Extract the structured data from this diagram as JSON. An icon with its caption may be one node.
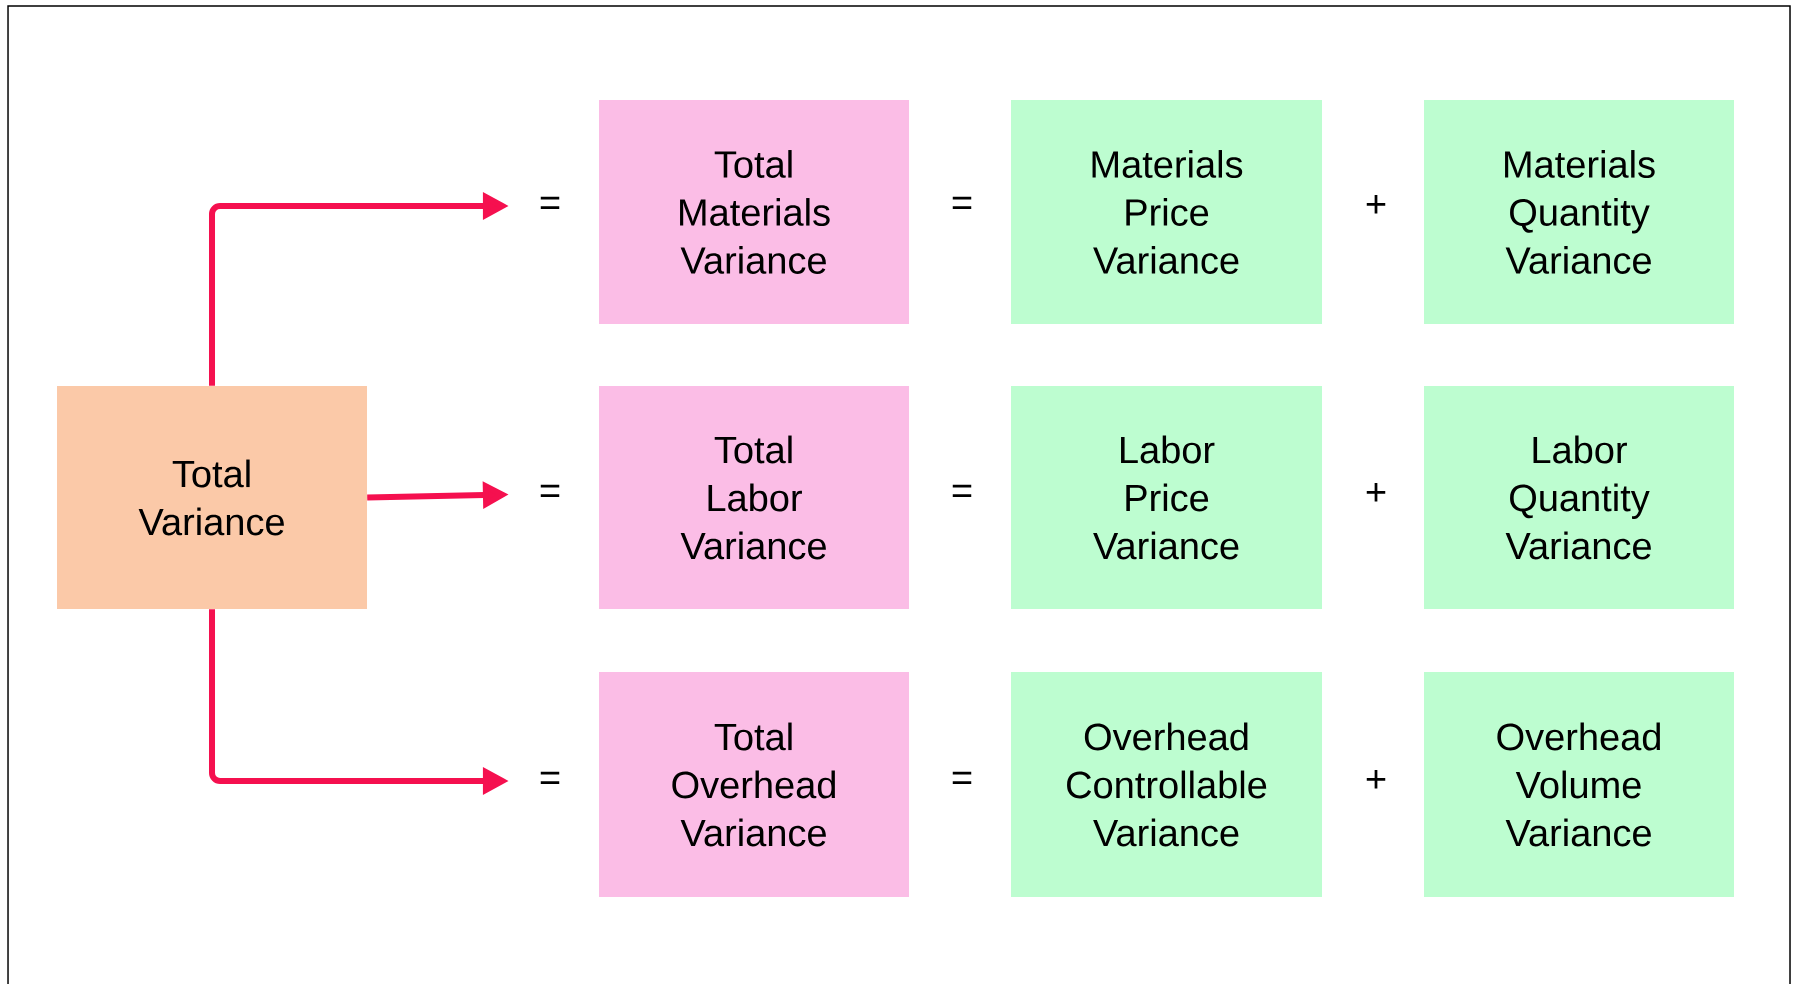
{
  "diagram": {
    "nodes": [
      {
        "text": [
          "Total Variance"
        ]
      },
      {
        "text": [
          "="
        ]
      },
      {
        "text": [
          "Total Materials Variance"
        ]
      },
      {
        "text": [
          "Materials Price Variance"
        ]
      },
      {
        "text": [
          "Materials Quantity Variance"
        ]
      },
      {
        "text": [
          "="
        ]
      },
      {
        "text": [
          "Total Labor Variance"
        ]
      },
      {
        "text": [
          "Labor Price Variance"
        ]
      },
      {
        "text": [
          "Labor Quantity Variance"
        ]
      },
      {
        "text": [
          "="
        ]
      },
      {
        "text": [
          "Total Overhead Variance"
        ]
      },
      {
        "text": [
          "Overhead Controllable Variance"
        ]
      },
      {
        "text": [
          "Overhead Volume Variance"
        ]
      }
    ],
    "edges": [
      {
        "from": 0,
        "to": 1,
        "arrow": "to"
      },
      {
        "from": 0,
        "to": 5,
        "arrow": "to"
      },
      {
        "from": 0,
        "to": 9,
        "arrow": "to"
      }
    ],
    "labels": [
      "=",
      "+",
      "=",
      "+",
      "=",
      "+"
    ]
  }
}
